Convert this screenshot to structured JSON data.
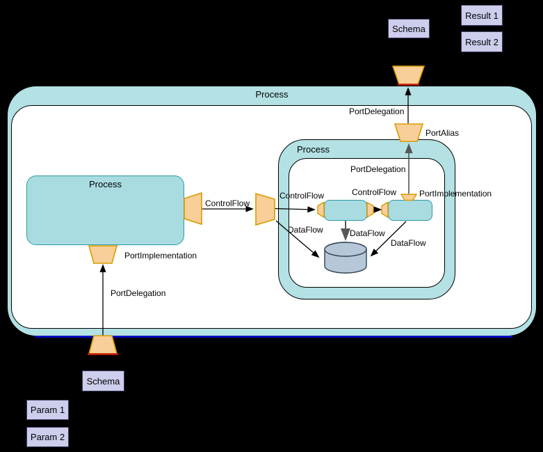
{
  "labels": {
    "process_outer": "Process",
    "process_left": "Process",
    "process_inner": "Process",
    "schema_top": "Schema",
    "schema_bottom": "Schema",
    "result_1": "Result 1",
    "result_2": "Result 2",
    "param_1": "Param 1",
    "param_2": "Param 2",
    "controlflow_a": "ControlFlow",
    "controlflow_b": "ControlFlow",
    "controlflow_c": "ControlFlow",
    "dataflow_a": "DataFlow",
    "dataflow_b": "DataFlow",
    "dataflow_c": "DataFlow",
    "portdelegation_top": "PortDelegation",
    "portdelegation_inner": "PortDelegation",
    "portdelegation_bottom": "PortDelegation",
    "portimplementation_left": "PortImplementation",
    "portimplementation_inner": "PortImplementation",
    "portalias": "PortAlias"
  },
  "colors": {
    "background": "#000000",
    "white": "#ffffff",
    "text": "#000000",
    "container_fill": "#b3e1e4",
    "container_stroke": "#000000",
    "box_fill": "#a8dce1",
    "box_stroke": "#2d99a3",
    "node_fill": "#cdcdec",
    "node_stroke": "#403e63",
    "port_fill": "#f8cf98",
    "port_stroke": "#d79b00",
    "port_accent": "#bf1a00",
    "cylinder_fill": "#b6c8d8",
    "cylinder_stroke": "#2f4152",
    "edge_black": "#000000",
    "edge_gray": "#575757",
    "selection_blue": "#0008e0"
  }
}
